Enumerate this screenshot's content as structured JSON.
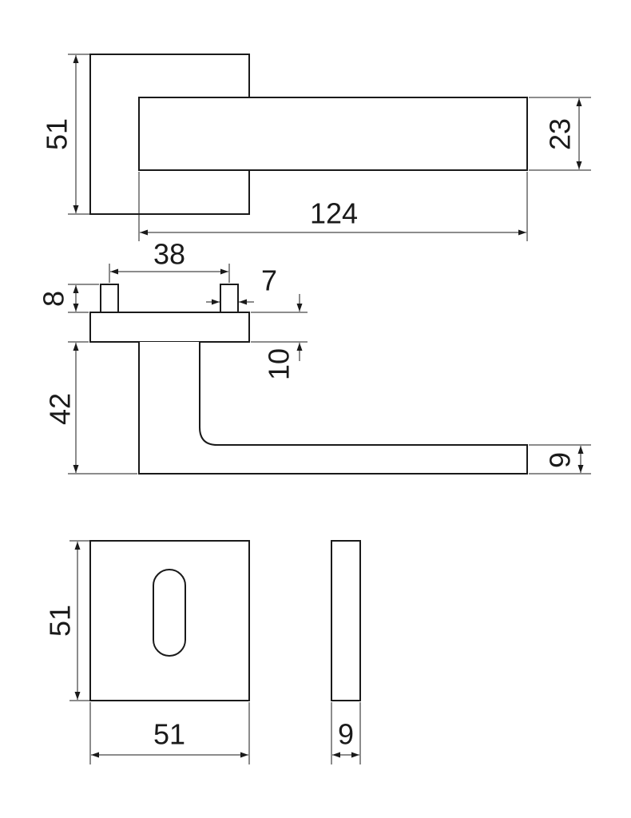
{
  "drawing": {
    "top_view": {
      "rosette_height": "51",
      "lever_height": "23",
      "lever_length": "124"
    },
    "side_view": {
      "pin_spacing": "38",
      "pin_diameter": "7",
      "pin_height": "8",
      "rosette_thickness": "10",
      "lever_projection": "42",
      "lever_thickness": "9"
    },
    "escutcheon_view": {
      "height": "51",
      "width": "51",
      "thickness": "9"
    },
    "colors": {
      "line": "#1a1a1a",
      "background": "#ffffff"
    }
  }
}
